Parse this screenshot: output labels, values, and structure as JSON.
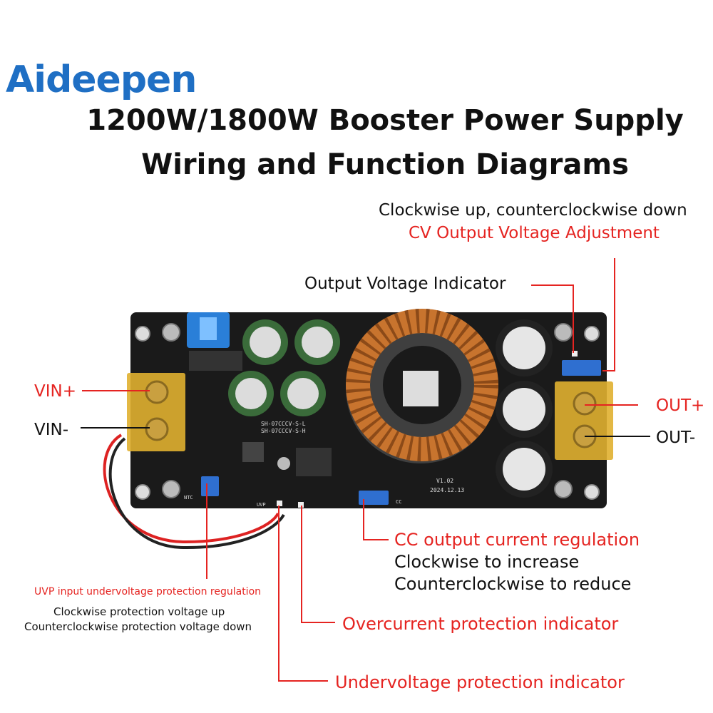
{
  "brand": {
    "logo_text": "Aideepen"
  },
  "header": {
    "title_line1": "1200W/1800W Booster Power Supply",
    "title_line2": "Wiring and Function Diagrams"
  },
  "labels": {
    "cv_hint": "Clockwise up, counterclockwise down",
    "cv_title": "CV Output Voltage Adjustment",
    "output_voltage_indicator": "Output Voltage Indicator",
    "vin_plus": "VIN+",
    "vin_minus": "VIN-",
    "out_plus": "OUT+",
    "out_minus": "OUT-",
    "cc_title": "CC output current regulation",
    "cc_line1": "Clockwise to increase",
    "cc_line2": "Counterclockwise to reduce",
    "uvp_title": "UVP input undervoltage protection regulation",
    "uvp_line1": "Clockwise protection voltage up",
    "uvp_line2": "Counterclockwise protection voltage down",
    "overcurrent": "Overcurrent protection indicator",
    "undervoltage": "Undervoltage protection indicator"
  },
  "board": {
    "silk_model1": "SH-07CCCV-S-L",
    "silk_model2": "SH-07CCCV-S-H",
    "silk_version": "V1.02",
    "silk_date": "2024.12.13",
    "silk_uvp": "UVP",
    "silk_cc": "CC",
    "silk_ntc": "NTC"
  },
  "colors": {
    "accent_red": "#e52421",
    "pcb": "#1a1a1a",
    "terminal": "#e0b030",
    "copper": "#c8742e"
  }
}
